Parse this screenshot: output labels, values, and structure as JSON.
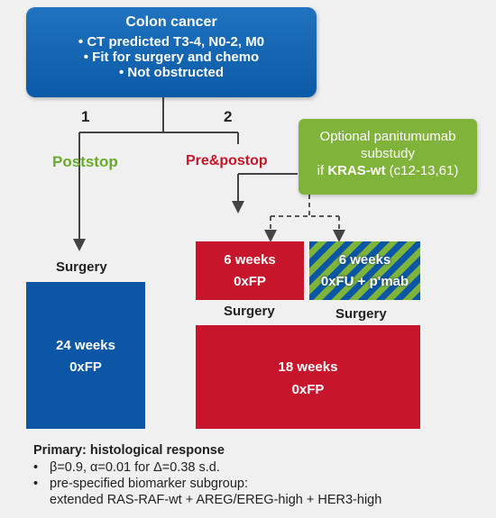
{
  "top_box": {
    "title": "Colon cancer",
    "bullets": [
      "• CT predicted T3-4, N0-2, M0",
      "• Fit for surgery and chemo",
      "• Not obstructed"
    ]
  },
  "arms": {
    "arm1_number": "1",
    "arm1_label": "Poststop",
    "arm2_number": "2",
    "arm2_label": "Pre&postop"
  },
  "substudy": {
    "line1": "Optional panitumumab",
    "line2": "substudy",
    "line3_prefix": "if ",
    "line3_bold": "KRAS-wt",
    "line3_suffix": " (c12-13,61)"
  },
  "left_arm": {
    "surgery": "Surgery",
    "chemo_weeks": "24 weeks",
    "chemo_regimen": "0xFP"
  },
  "right_arm": {
    "red_weeks": "6 weeks",
    "red_regimen": "0xFP",
    "striped_weeks": "6 weeks",
    "striped_regimen": "0xFU + p'mab",
    "surgery_left": "Surgery",
    "surgery_right": "Surgery",
    "post_weeks": "18 weeks",
    "post_regimen": "0xFP"
  },
  "endpoints": {
    "heading": "Primary: histological response",
    "items": [
      "β=0.9, α=0.01 for Δ=0.38 s.d.",
      "pre-specified biomarker subgroup:",
      "extended RAS-RAF-wt + AREG/EREG-high + HER3-high"
    ]
  },
  "colors": {
    "blue": "#0b56a5",
    "red": "#c7162b",
    "green": "#80b33a",
    "poststop_text": "#6aaa2a",
    "prepostop_text": "#c7162b"
  }
}
